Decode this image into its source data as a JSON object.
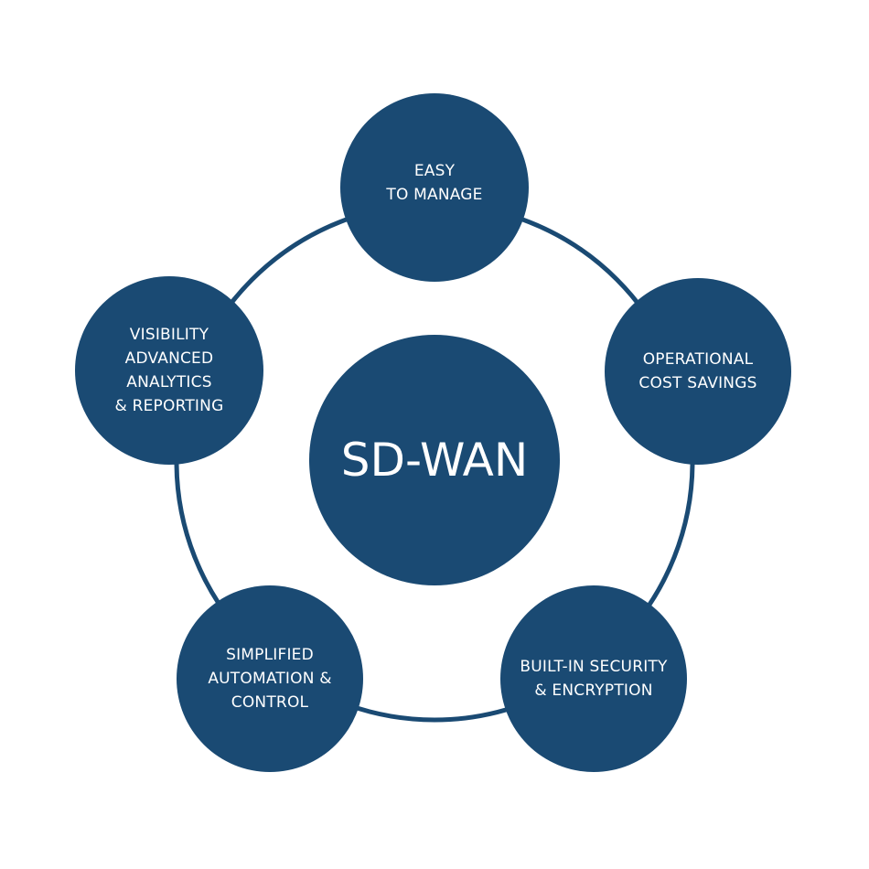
{
  "colors": {
    "node": "#1a4a73",
    "ring": "#1a4a73",
    "text": "#ffffff"
  },
  "center": {
    "label": "SD-WAN"
  },
  "benefits": [
    {
      "label": "EASY\nTO MANAGE"
    },
    {
      "label": "OPERATIONAL\nCOST SAVINGS"
    },
    {
      "label": "BUILT-IN SECURITY\n& ENCRYPTION"
    },
    {
      "label": "SIMPLIFIED\nAUTOMATION &\nCONTROL"
    },
    {
      "label": "VISIBILITY\nADVANCED\nANALYTICS\n& REPORTING"
    }
  ]
}
